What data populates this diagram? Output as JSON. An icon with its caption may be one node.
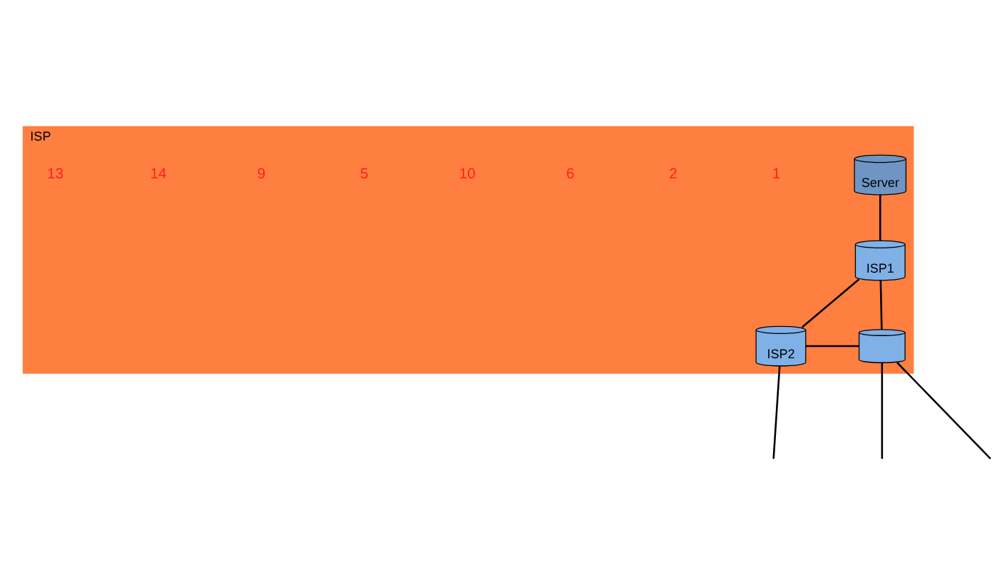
{
  "diagram": {
    "nodes": [
      {
        "text": [
          "ISP"
        ]
      },
      {
        "text": [
          "Server"
        ],
        "in": 0
      },
      {
        "text": [
          "ISP1"
        ],
        "in": 0
      },
      {
        "text": [
          "ISP2"
        ],
        "in": 0
      },
      {
        "text": [],
        "shape": "cylinder",
        "in": 0
      }
    ],
    "edges": [
      {
        "from": 1,
        "to": 2,
        "arrow": "none"
      },
      {
        "from": 2,
        "to": 3,
        "arrow": "none"
      },
      {
        "from": 2,
        "to": 4,
        "arrow": "none"
      },
      {
        "from": 3,
        "to": 4,
        "arrow": "none"
      },
      {
        "from": 3,
        "to": null,
        "arrow": "none"
      },
      {
        "from": 4,
        "to": null,
        "arrow": "none"
      },
      {
        "from": 4,
        "to": null,
        "arrow": "none"
      }
    ],
    "labels": [
      "1",
      "2",
      "6",
      "10",
      "5",
      "9",
      "14",
      "13"
    ]
  }
}
